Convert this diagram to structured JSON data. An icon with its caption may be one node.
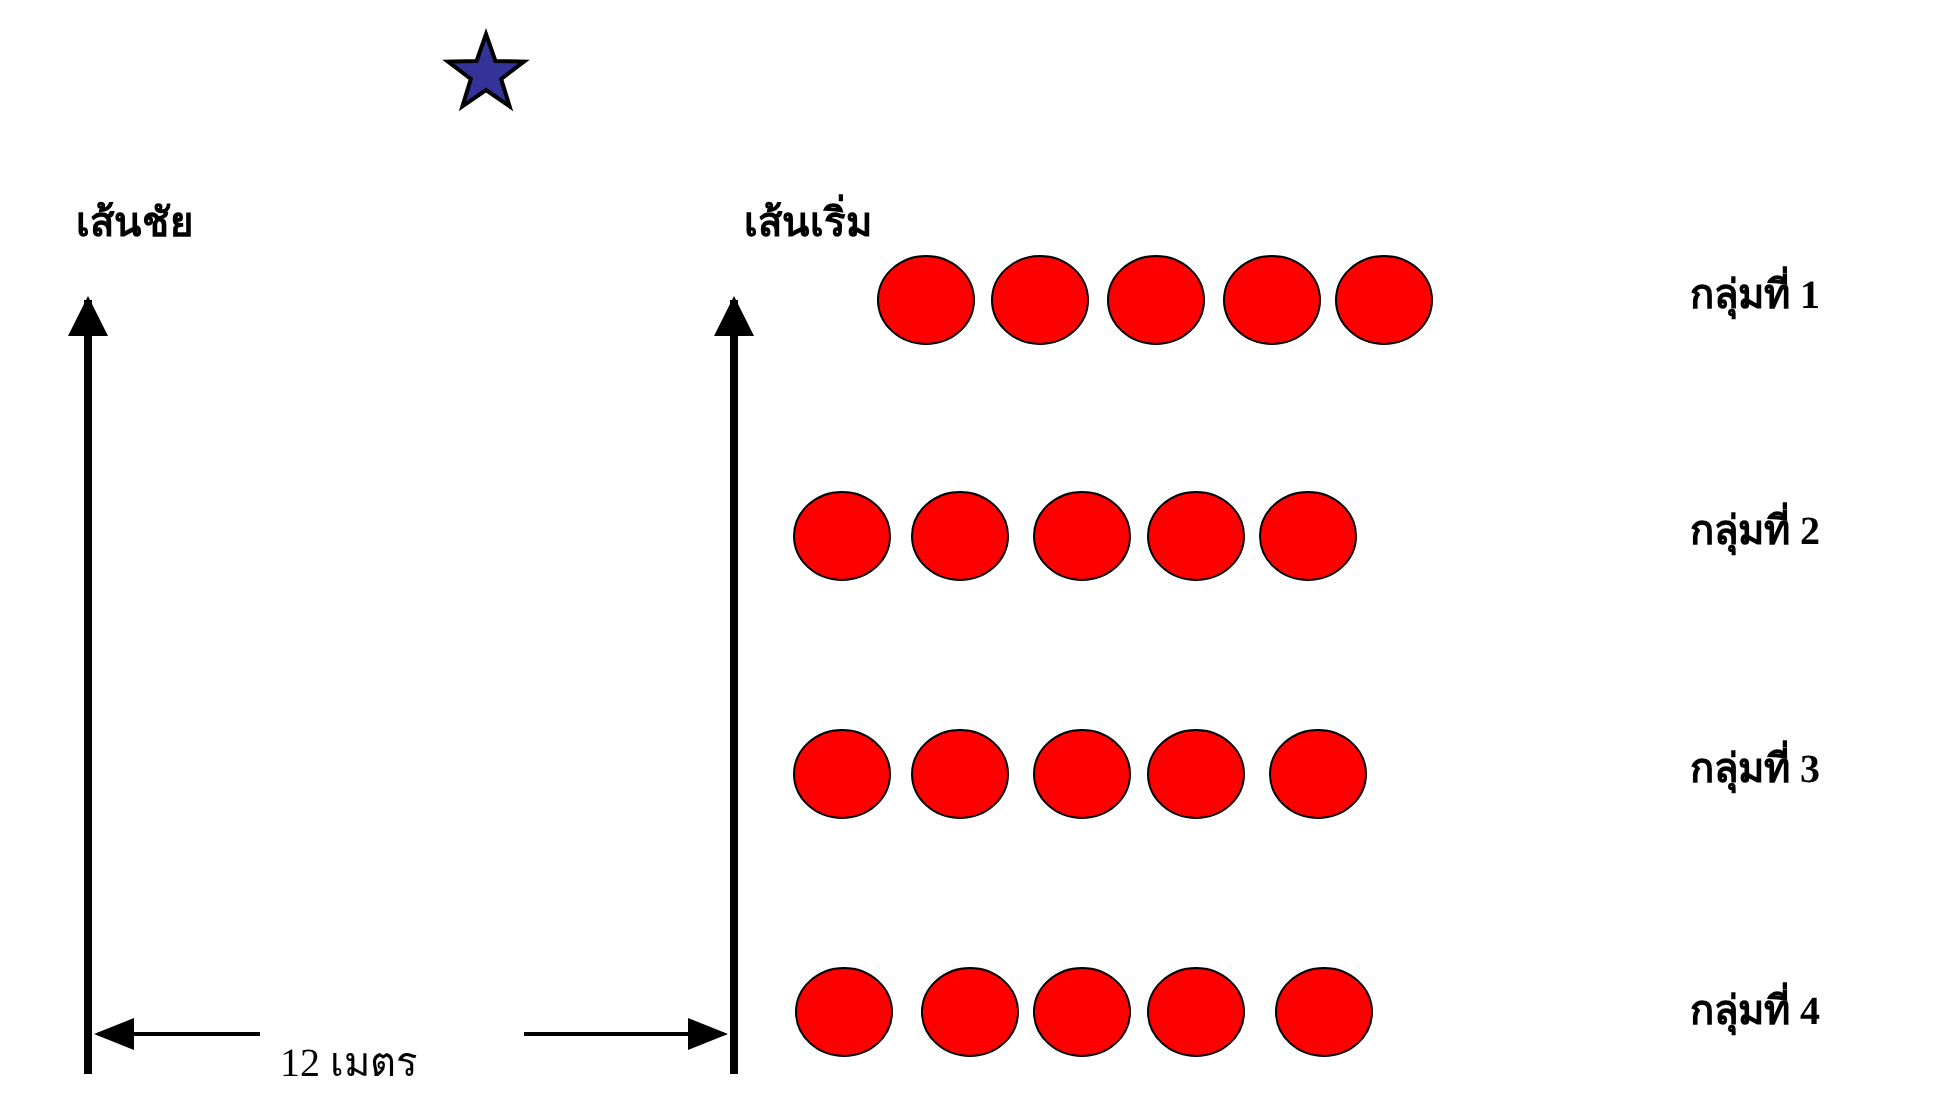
{
  "diagram": {
    "labels": [
      "เส้นชัย",
      "เส้นเริ่ม",
      "กลุ่มที่ 1",
      "กลุ่มที่ 2",
      "กลุ่มที่ 3",
      "กลุ่มที่ 4",
      "12 เมตร"
    ]
  }
}
